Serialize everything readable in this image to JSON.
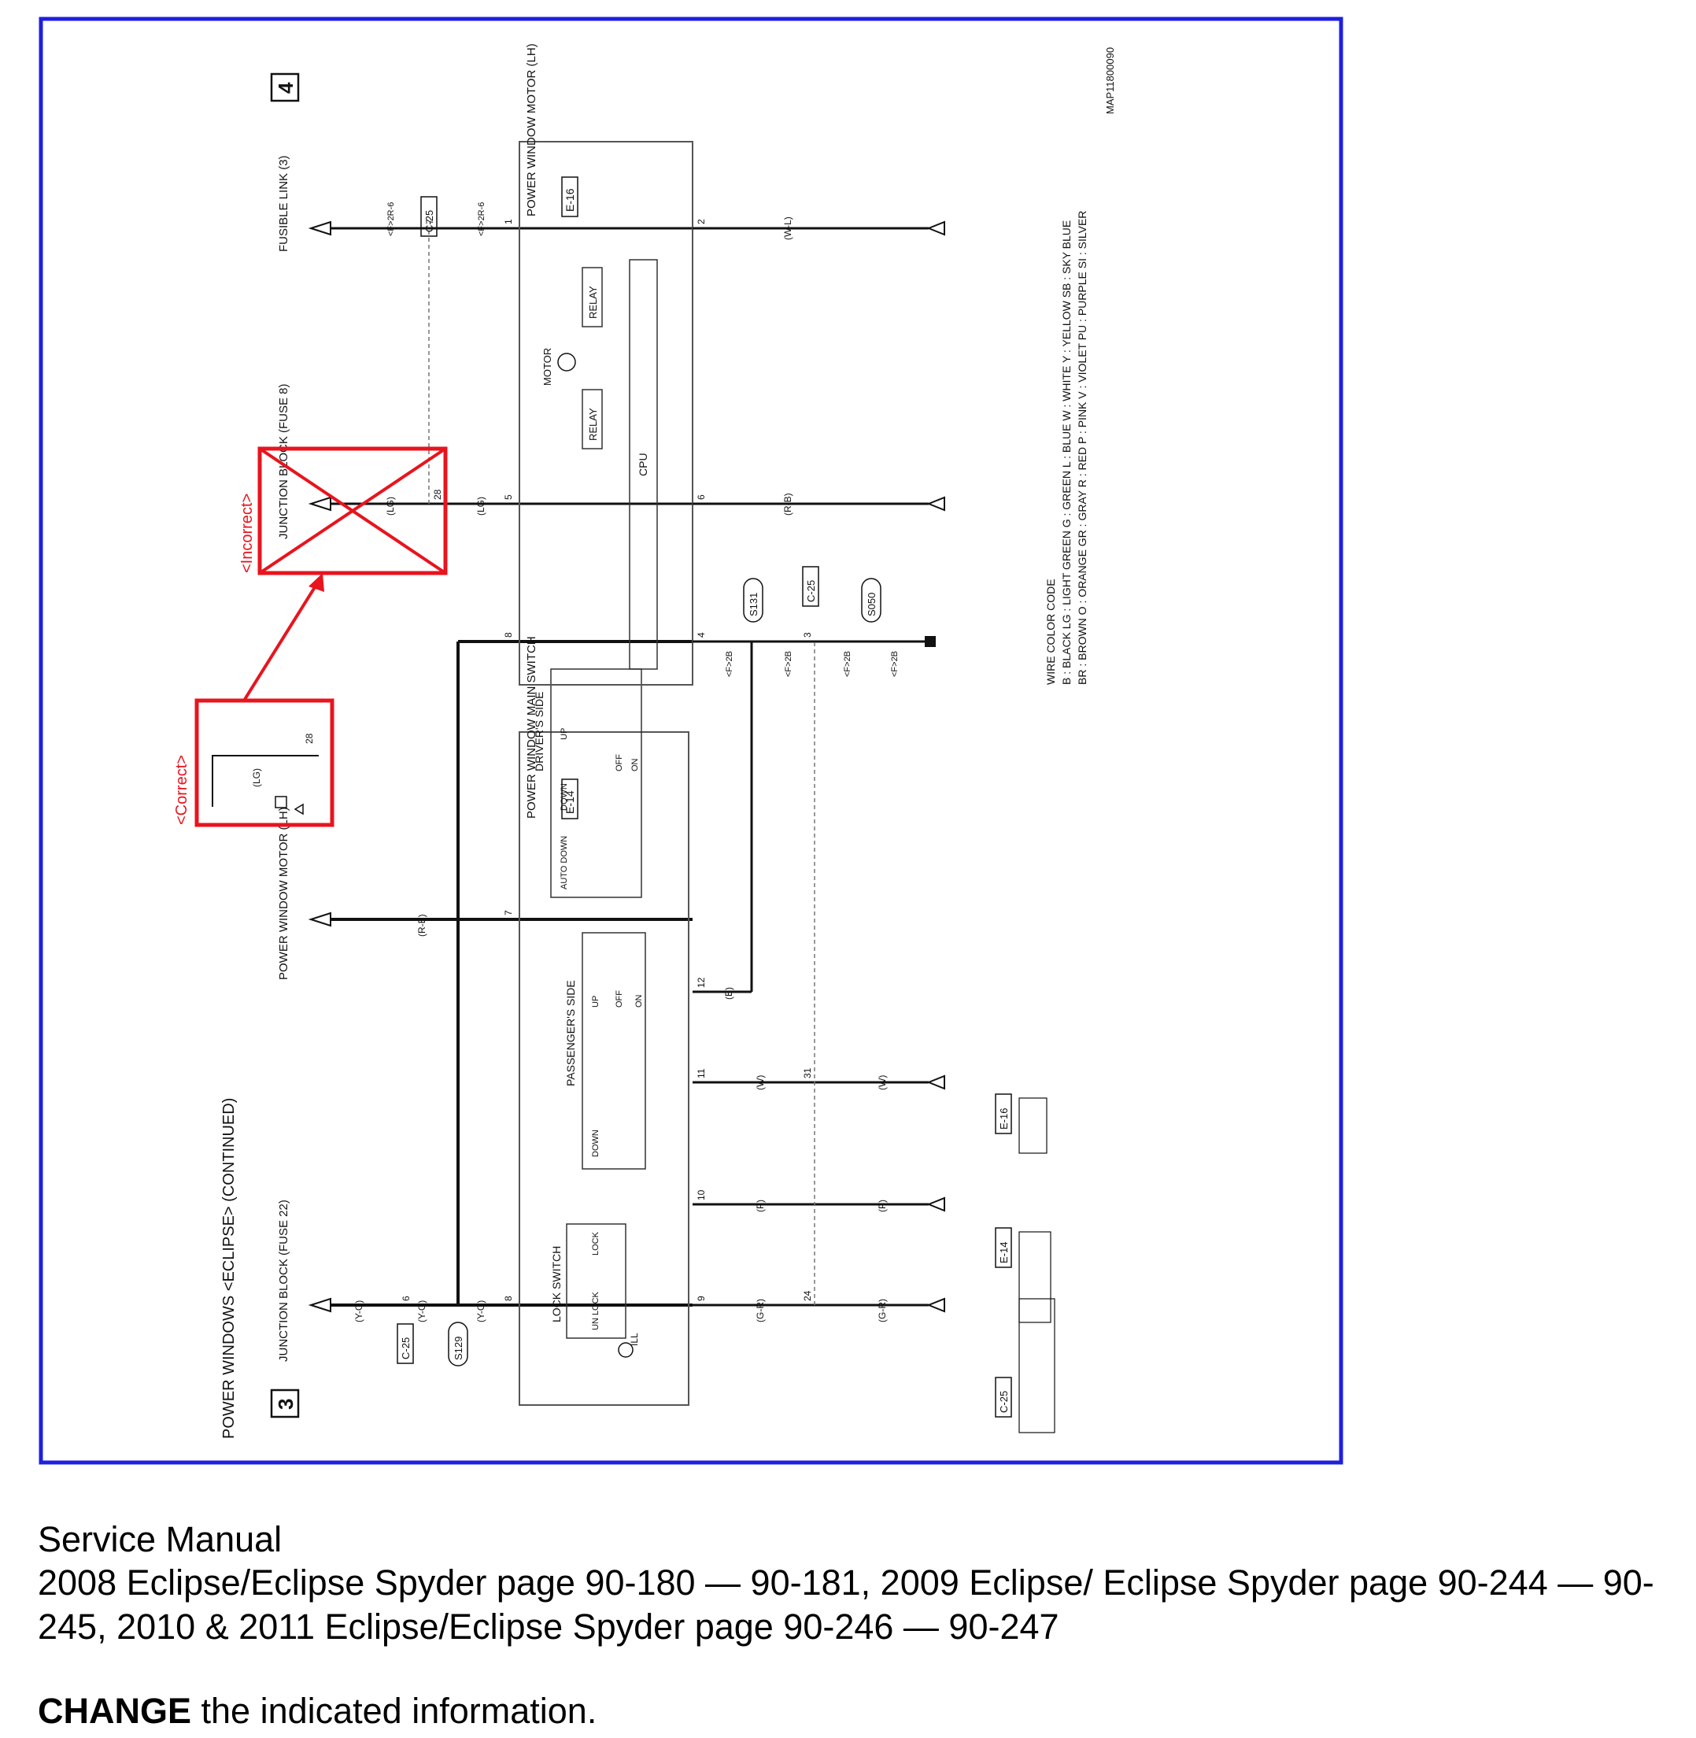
{
  "diagram": {
    "title": "POWER WINDOWS <ECLIPSE> (CONTINUED)",
    "page_left": "3",
    "page_right": "4",
    "part_code": "MAP11800090",
    "sources": {
      "junction_block_fuse22": "JUNCTION BLOCK (FUSE 22)",
      "junction_block_fuse8": "JUNCTION BLOCK (FUSE 8)",
      "power_window_motor_lh_ref": "POWER WINDOW MOTOR (LH)",
      "fusible_link": "FUSIBLE LINK (3)"
    },
    "components": {
      "main_switch": "POWER WINDOW MAIN SWITCH",
      "main_switch_code": "E-14",
      "motor_unit": "POWER WINDOW MOTOR (LH)",
      "motor_unit_code": "E-16",
      "lock_switch": "LOCK SWITCH",
      "passenger_side": "PASSENGER'S SIDE",
      "drivers_side": "DRIVER'S SIDE",
      "motor": "MOTOR",
      "relay1": "RELAY",
      "relay2": "RELAY",
      "cpu": "CPU",
      "ill": "ILL"
    },
    "switch_labels": {
      "lock": "LOCK",
      "unlock": "UN LOCK",
      "up": "UP",
      "down": "DOWN",
      "off": "OFF",
      "on": "ON",
      "auto_down": "AUTO DOWN"
    },
    "connectors": {
      "c25": "C-25",
      "e14": "E-14",
      "e16": "E-16",
      "s129": "S129",
      "s131": "S131",
      "s050": "S050"
    },
    "wire_colors_used": [
      "(Y-G)",
      "(R-B)",
      "(G-R)",
      "(P)",
      "(W)",
      "(B)",
      "(LG)",
      "(R-B)",
      "(W-L)"
    ],
    "pin_labels": [
      "1",
      "2",
      "4",
      "5",
      "6",
      "7",
      "8",
      "9",
      "10",
      "11",
      "12",
      "24",
      "28",
      "31",
      "3",
      "6",
      "7"
    ],
    "wire_size_labels": [
      "<F>2R-6",
      "<F>2R-6",
      "<F>2B",
      "<F>2B",
      "<F>2B",
      "<F>2B"
    ],
    "legend": {
      "heading": "WIRE COLOR CODE",
      "row1": "B : BLACK   LG : LIGHT GREEN   G : GREEN   L : BLUE   W : WHITE   Y : YELLOW   SB : SKY BLUE",
      "row2": "BR : BROWN   O : ORANGE   GR : GRAY   R : RED   P : PINK   V : VIOLET   PU : PURPLE   SI : SILVER"
    },
    "annotations": {
      "incorrect": "<Incorrect>",
      "correct": "<Correct>",
      "correct_wire": "(LG)",
      "correct_pin": "28"
    }
  },
  "text": {
    "manual_title": "Service Manual",
    "manual_pages": "2008 Eclipse/Eclipse Spyder page 90-180 — 90-181, 2009 Eclipse/ Eclipse Spyder page 90-244 — 90-245, 2010 & 2011 Eclipse/Eclipse Spyder page 90-246 — 90-247",
    "change_bold": "CHANGE",
    "change_rest": " the indicated information."
  },
  "colors": {
    "frame_blue": "#1f1fe0",
    "annotation_red": "#e8141e",
    "ink": "#111111"
  }
}
